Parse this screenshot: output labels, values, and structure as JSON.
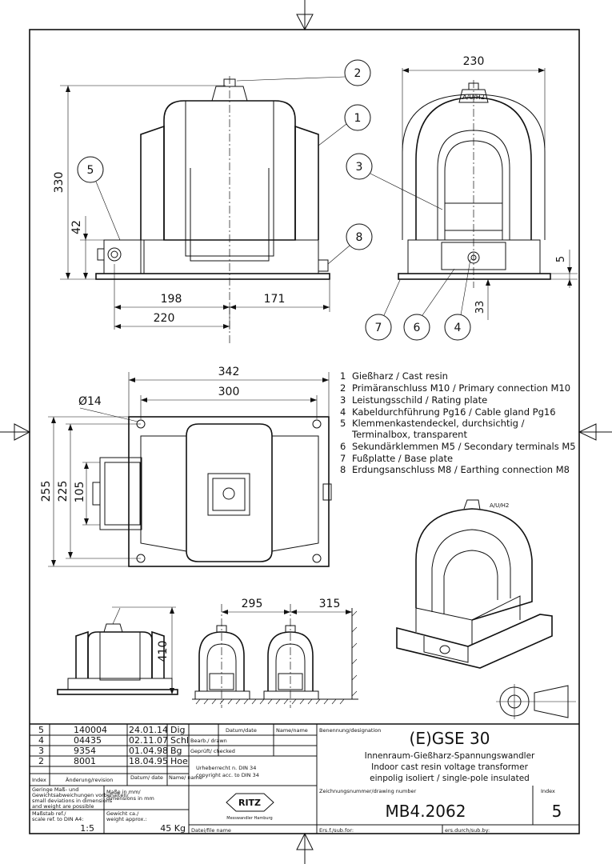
{
  "dimensions": {
    "side_width": "230",
    "front_height": "330",
    "base_height": "42",
    "dim_198": "198",
    "dim_171": "171",
    "dim_220": "220",
    "side_dim_5": "5",
    "side_dim_33": "33",
    "top_342": "342",
    "top_300": "300",
    "hole_dia": "Ø14",
    "top_255": "255",
    "top_225": "225",
    "top_105": "105",
    "dim_410": "410",
    "dim_295": "295",
    "dim_315": "315"
  },
  "balloons": [
    "1",
    "2",
    "3",
    "4",
    "5",
    "6",
    "7",
    "8"
  ],
  "legend": [
    {
      "num": "1",
      "text": "Gießharz / Cast resin"
    },
    {
      "num": "2",
      "text": "Primäranschluss M10 / Primary connection M10"
    },
    {
      "num": "3",
      "text": "Leistungsschild / Rating plate"
    },
    {
      "num": "4",
      "text": "Kabeldurchführung Pg16 / Cable gland Pg16"
    },
    {
      "num": "5",
      "text": "Klemmenkastendeckel, durchsichtig /"
    },
    {
      "num": "",
      "text": "Terminalbox, transparent"
    },
    {
      "num": "6",
      "text": "Sekundärklemmen M5 / Secondary terminals M5"
    },
    {
      "num": "7",
      "text": "Fußplatte / Base plate"
    },
    {
      "num": "8",
      "text": "Erdungsanschluss M8 / Earthing connection M8"
    }
  ],
  "nameplate_side": "A/U/H2",
  "title_block": {
    "revisions": [
      {
        "index": "5",
        "change": "140004",
        "date": "24.01.14",
        "name": "Dig"
      },
      {
        "index": "4",
        "change": "04435",
        "date": "02.11.07",
        "name": "Schl"
      },
      {
        "index": "3",
        "change": "9354",
        "date": "01.04.98",
        "name": "Bg"
      },
      {
        "index": "2",
        "change": "8001",
        "date": "18.04.95",
        "name": "Hoe"
      }
    ],
    "rev_header": {
      "index": "Index",
      "change": "Änderung/revision",
      "date": "Datum/ date",
      "name": "Name/ name"
    },
    "bearb": "Bearb./ drawn",
    "gepr": "Geprüft/ checked",
    "datum_label": "Datum/date",
    "name_label": "Name/name",
    "urheber1": "Urheberrecht n. DIN 34",
    "urheber2": "copyright acc. to DIN 34",
    "benennung_label": "Benennung/designation",
    "title": "(E)GSE 30",
    "subtitle1": "Innenraum-Gießharz-Spannungswandler",
    "subtitle2": "Indoor cast resin voltage transformer",
    "subtitle3": "einpolig isoliert / single-pole insulated",
    "tolerance1": "Geringe Maß- und",
    "tolerance2": "Gewichtsabweichungen vorbehalten/",
    "tolerance3": "small deviations in dimensions",
    "tolerance4": "and weight are possible",
    "units1": "Maße in mm/",
    "units2": "dimensions in mm",
    "scale_label1": "Maßstab ref./",
    "scale_label2": "scale ref. to DIN A4:",
    "scale": "1:5",
    "weight_label1": "Gewicht ca./",
    "weight_label2": "weight approx.:",
    "weight": "45 Kg",
    "logo": "RITZ",
    "logo_sub": "Messwandler Hamburg",
    "drawing_no_label": "Zeichnungsnummer/drawing number",
    "drawing_no": "MB4.2062",
    "index_label": "Index",
    "index": "5",
    "datei_label": "Datei/file name",
    "ers_fuer": "Ers.f./sub.for:",
    "ers_durch": "ers.durch/sub.by:"
  }
}
